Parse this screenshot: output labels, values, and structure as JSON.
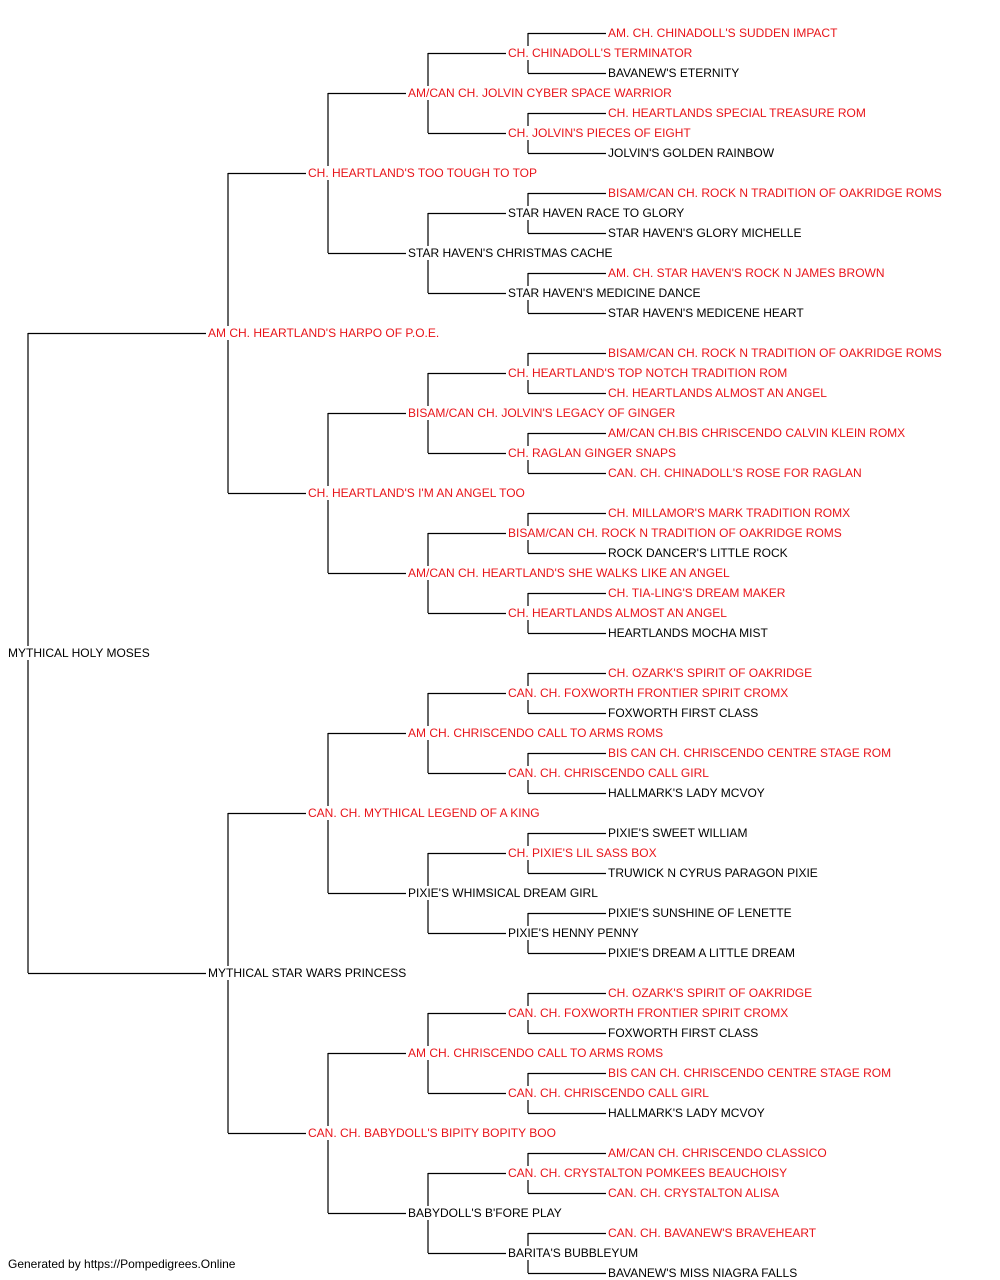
{
  "colors": {
    "titled": "#e8141a",
    "untitled": "#000000",
    "line": "#000000"
  },
  "pedigree": {
    "name": "MYTHICAL HOLY MOSES",
    "titled": false,
    "sire": {
      "name": "AM CH. HEARTLAND'S HARPO OF P.O.E.",
      "titled": true,
      "sire": {
        "name": "CH. HEARTLAND'S TOO TOUGH TO TOP",
        "titled": true,
        "sire": {
          "name": "AM/CAN CH. JOLVIN CYBER SPACE WARRIOR",
          "titled": true,
          "sire": {
            "name": "CH. CHINADOLL'S TERMINATOR",
            "titled": true,
            "sire": {
              "name": "AM. CH. CHINADOLL'S SUDDEN IMPACT",
              "titled": true
            },
            "dam": {
              "name": "BAVANEW'S ETERNITY",
              "titled": false
            }
          },
          "dam": {
            "name": "CH. JOLVIN'S PIECES OF EIGHT",
            "titled": true,
            "sire": {
              "name": "CH. HEARTLANDS SPECIAL TREASURE ROM",
              "titled": true
            },
            "dam": {
              "name": "JOLVIN'S GOLDEN RAINBOW",
              "titled": false
            }
          }
        },
        "dam": {
          "name": "STAR HAVEN'S CHRISTMAS CACHE",
          "titled": false,
          "sire": {
            "name": "STAR HAVEN RACE TO GLORY",
            "titled": false,
            "sire": {
              "name": "BISAM/CAN CH. ROCK N TRADITION OF OAKRIDGE ROMS",
              "titled": true
            },
            "dam": {
              "name": "STAR HAVEN'S GLORY MICHELLE",
              "titled": false
            }
          },
          "dam": {
            "name": "STAR HAVEN'S MEDICINE DANCE",
            "titled": false,
            "sire": {
              "name": "AM. CH. STAR HAVEN'S ROCK N JAMES BROWN",
              "titled": true
            },
            "dam": {
              "name": "STAR HAVEN'S MEDICENE HEART",
              "titled": false
            }
          }
        }
      },
      "dam": {
        "name": "CH. HEARTLAND'S I'M AN ANGEL TOO",
        "titled": true,
        "sire": {
          "name": "BISAM/CAN CH. JOLVIN'S LEGACY OF GINGER",
          "titled": true,
          "sire": {
            "name": "CH. HEARTLAND'S TOP NOTCH TRADITION ROM",
            "titled": true,
            "sire": {
              "name": "BISAM/CAN CH. ROCK N TRADITION OF OAKRIDGE ROMS",
              "titled": true
            },
            "dam": {
              "name": "CH. HEARTLANDS ALMOST AN ANGEL",
              "titled": true
            }
          },
          "dam": {
            "name": "CH. RAGLAN GINGER SNAPS",
            "titled": true,
            "sire": {
              "name": "AM/CAN CH.BIS CHRISCENDO CALVIN KLEIN ROMX",
              "titled": true
            },
            "dam": {
              "name": "CAN. CH. CHINADOLL'S ROSE FOR RAGLAN",
              "titled": true
            }
          }
        },
        "dam": {
          "name": "AM/CAN CH. HEARTLAND'S SHE WALKS LIKE AN ANGEL",
          "titled": true,
          "sire": {
            "name": "BISAM/CAN CH. ROCK N TRADITION OF OAKRIDGE ROMS",
            "titled": true,
            "sire": {
              "name": "CH. MILLAMOR'S MARK TRADITION ROMX",
              "titled": true
            },
            "dam": {
              "name": "ROCK DANCER'S LITTLE ROCK",
              "titled": false
            }
          },
          "dam": {
            "name": "CH. HEARTLANDS ALMOST AN ANGEL",
            "titled": true,
            "sire": {
              "name": "CH. TIA-LING'S DREAM MAKER",
              "titled": true
            },
            "dam": {
              "name": "HEARTLANDS MOCHA MIST",
              "titled": false
            }
          }
        }
      }
    },
    "dam": {
      "name": "MYTHICAL STAR WARS PRINCESS",
      "titled": false,
      "sire": {
        "name": "CAN. CH. MYTHICAL LEGEND OF A KING",
        "titled": true,
        "sire": {
          "name": "AM CH. CHRISCENDO CALL TO ARMS ROMS",
          "titled": true,
          "sire": {
            "name": "CAN. CH. FOXWORTH FRONTIER SPIRIT CROMX",
            "titled": true,
            "sire": {
              "name": "CH. OZARK'S SPIRIT OF OAKRIDGE",
              "titled": true
            },
            "dam": {
              "name": "FOXWORTH FIRST CLASS",
              "titled": false
            }
          },
          "dam": {
            "name": "CAN. CH. CHRISCENDO CALL GIRL",
            "titled": true,
            "sire": {
              "name": "BIS CAN CH. CHRISCENDO CENTRE STAGE ROM",
              "titled": true
            },
            "dam": {
              "name": "HALLMARK'S LADY MCVOY",
              "titled": false
            }
          }
        },
        "dam": {
          "name": "PIXIE'S WHIMSICAL DREAM GIRL",
          "titled": false,
          "sire": {
            "name": "CH. PIXIE'S LIL SASS BOX",
            "titled": true,
            "sire": {
              "name": "PIXIE'S SWEET WILLIAM",
              "titled": false
            },
            "dam": {
              "name": "TRUWICK N CYRUS PARAGON PIXIE",
              "titled": false
            }
          },
          "dam": {
            "name": "PIXIE'S HENNY PENNY",
            "titled": false,
            "sire": {
              "name": "PIXIE'S SUNSHINE OF LENETTE",
              "titled": false
            },
            "dam": {
              "name": "PIXIE'S DREAM A LITTLE DREAM",
              "titled": false
            }
          }
        }
      },
      "dam": {
        "name": "CAN. CH. BABYDOLL'S BIPITY BOPITY BOO",
        "titled": true,
        "sire": {
          "name": "AM CH. CHRISCENDO CALL TO ARMS ROMS",
          "titled": true,
          "sire": {
            "name": "CAN. CH. FOXWORTH FRONTIER SPIRIT CROMX",
            "titled": true,
            "sire": {
              "name": "CH. OZARK'S SPIRIT OF OAKRIDGE",
              "titled": true
            },
            "dam": {
              "name": "FOXWORTH FIRST CLASS",
              "titled": false
            }
          },
          "dam": {
            "name": "CAN. CH. CHRISCENDO CALL GIRL",
            "titled": true,
            "sire": {
              "name": "BIS CAN CH. CHRISCENDO CENTRE STAGE ROM",
              "titled": true
            },
            "dam": {
              "name": "HALLMARK'S LADY MCVOY",
              "titled": false
            }
          }
        },
        "dam": {
          "name": "BABYDOLL'S B'FORE PLAY",
          "titled": false,
          "sire": {
            "name": "CAN. CH. CRYSTALTON POMKEES BEAUCHOISY",
            "titled": true,
            "sire": {
              "name": "AM/CAN CH. CHRISCENDO CLASSICO",
              "titled": true
            },
            "dam": {
              "name": "CAN. CH. CRYSTALTON ALISA",
              "titled": true
            }
          },
          "dam": {
            "name": "BARITA'S BUBBLEYUM",
            "titled": false,
            "sire": {
              "name": "CAN. CH. BAVANEW'S BRAVEHEART",
              "titled": true
            },
            "dam": {
              "name": "BAVANEW'S MISS NIAGRA FALLS",
              "titled": false
            }
          }
        }
      }
    }
  },
  "footer": {
    "text": "Generated by https://Pompedigrees.Online"
  }
}
